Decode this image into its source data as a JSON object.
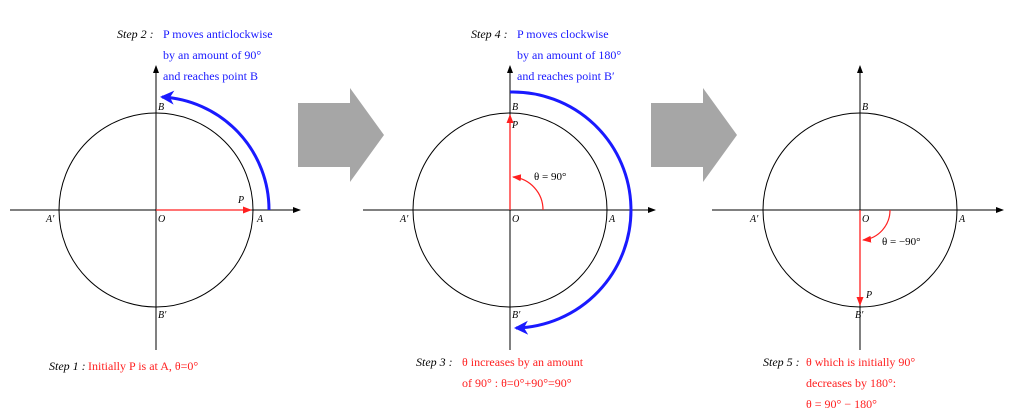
{
  "panels": [
    {
      "labels": {
        "A": "A",
        "A_prime": "A′",
        "B": "B",
        "B_prime": "B′",
        "O": "O",
        "P": "P"
      },
      "top_caption": {
        "step": "Step 2 :",
        "lines": [
          "P moves anticlockwise",
          "by an amount of 90°",
          "and reaches point B"
        ]
      },
      "bottom_caption": {
        "step": "Step 1 :",
        "lines": [
          "Initially P is at A, θ=0°"
        ]
      }
    },
    {
      "labels": {
        "A": "A",
        "A_prime": "A′",
        "B": "B",
        "B_prime": "B′",
        "O": "O",
        "P": "P"
      },
      "angle_label": "θ = 90°",
      "top_caption": {
        "step": "Step 4 :",
        "lines": [
          "P moves clockwise",
          "by an amount of 180°",
          "and reaches point B′"
        ]
      },
      "bottom_caption": {
        "step": "Step 3 :",
        "lines": [
          "θ increases by an amount",
          "of 90° :  θ=0°+90°=90°"
        ]
      }
    },
    {
      "labels": {
        "A": "A",
        "A_prime": "A′",
        "B": "B",
        "B_prime": "B′",
        "O": "O",
        "P": "P"
      },
      "angle_label": "θ = −90°",
      "bottom_caption": {
        "step": "Step 5 :",
        "lines": [
          "θ which is initially 90°",
          "decreases by 180°:",
          "θ = 90° − 180°"
        ]
      }
    }
  ],
  "colors": {
    "motion": "#1a1aff",
    "radius": "#ff2020",
    "transition_arrow": "#a6a6a6"
  }
}
